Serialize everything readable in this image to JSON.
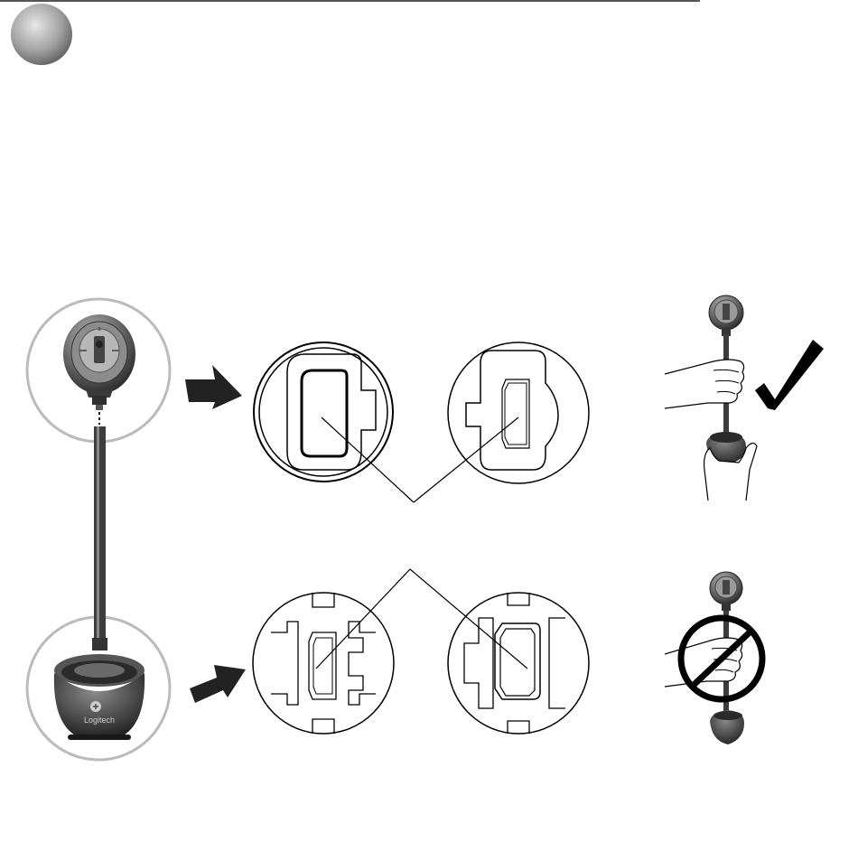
{
  "page": {
    "step_marker": "grey-step-circle",
    "colors": {
      "line": "#000000",
      "outline_circle": "#bbbbbb",
      "step_marker": "#9a9a9a",
      "device_dark": "#3a3a3a",
      "device_mid": "#777777",
      "hand_fill": "#ffffff"
    }
  },
  "diagram": {
    "camera": {
      "brand_mark": "Logitech",
      "head_detail": "camera-head",
      "base_detail": "camera-base"
    },
    "steps": [
      {
        "arrow": "right-arrow",
        "zoom": [
          "head-connector-zoom",
          "stand-top-socket-zoom"
        ]
      },
      {
        "arrow": "right-arrow",
        "zoom": [
          "stand-bottom-plug-zoom",
          "base-socket-zoom"
        ]
      }
    ],
    "instructions": [
      {
        "icon": "checkmark-icon",
        "meaning": "correct"
      },
      {
        "icon": "prohibited-icon",
        "meaning": "incorrect"
      }
    ]
  }
}
